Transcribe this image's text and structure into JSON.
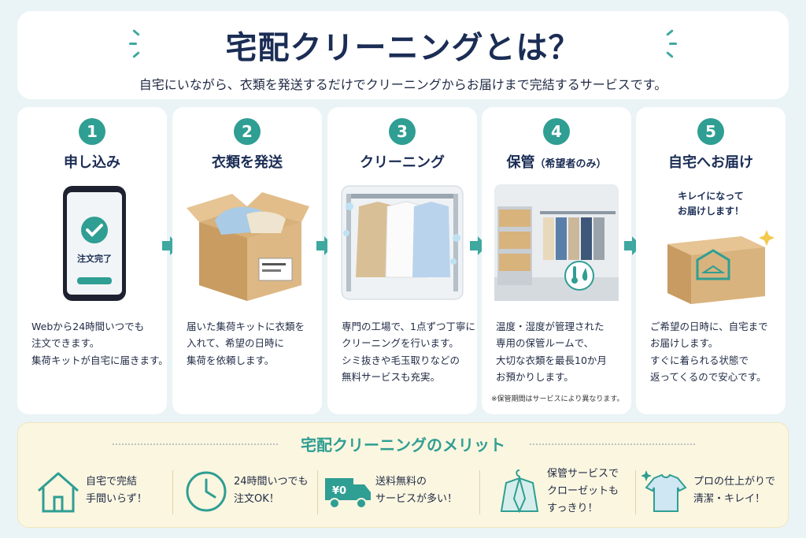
{
  "header": {
    "title": "宅配クリーニングとは？",
    "subtitle": "自宅にいながら、衣類を発送するだけでクリーニングからお届けまで完結するサービスです。"
  },
  "steps": [
    {
      "number": "1",
      "title": "申し込み",
      "phone_label": "注文完了",
      "lines": [
        "Webから24時間いつでも",
        "注文できます。",
        "集荷キットが自宅に届きます。"
      ]
    },
    {
      "number": "2",
      "title": "衣類を発送",
      "lines": [
        "届いた集荷キットに衣類を",
        "入れて、希望の日時に",
        "集荷を依頼します。"
      ]
    },
    {
      "number": "3",
      "title": "クリーニング",
      "lines": [
        "専門の工場で、1点ずつ丁寧に",
        "クリーニングを行います。",
        "シミ抜きや毛玉取りなどの",
        "無料サービスも充実。"
      ]
    },
    {
      "number": "4",
      "title": "保管",
      "title_note": "（希望者のみ）",
      "lines": [
        "温度・湿度が管理された",
        "専用の保管ルームで、",
        "大切な衣類を最長10か月",
        "お預かりします。"
      ],
      "note": "※保管期間はサービスにより異なります。"
    },
    {
      "number": "5",
      "title": "自宅へお届け",
      "bubble": [
        "キレイになって",
        "お届けします！"
      ],
      "lines": [
        "ご希望の日時に、自宅まで",
        "お届けします。",
        "すぐに着られる状態で",
        "返ってくるので安心です。"
      ]
    }
  ],
  "merits": {
    "title": "宅配クリーニングのメリット",
    "items": [
      {
        "icon": "house-icon",
        "lines": [
          "自宅で完結",
          "手間いらず！"
        ]
      },
      {
        "icon": "clock-icon",
        "lines": [
          "24時間いつでも",
          "注文OK！"
        ]
      },
      {
        "icon": "truck-icon",
        "badge": "¥0",
        "lines": [
          "送料無料の",
          "サービスが多い！"
        ]
      },
      {
        "icon": "jacket-hanger-icon",
        "lines": [
          "保管サービスで",
          "クローゼットも",
          "すっきり！"
        ]
      },
      {
        "icon": "shirt-sparkle-icon",
        "lines": [
          "プロの仕上がりで",
          "清潔・キレイ！"
        ]
      }
    ]
  },
  "colors": {
    "accent": "#2f9e93",
    "navy": "#1b2d55",
    "merit_bg": "#fbf6e0"
  }
}
